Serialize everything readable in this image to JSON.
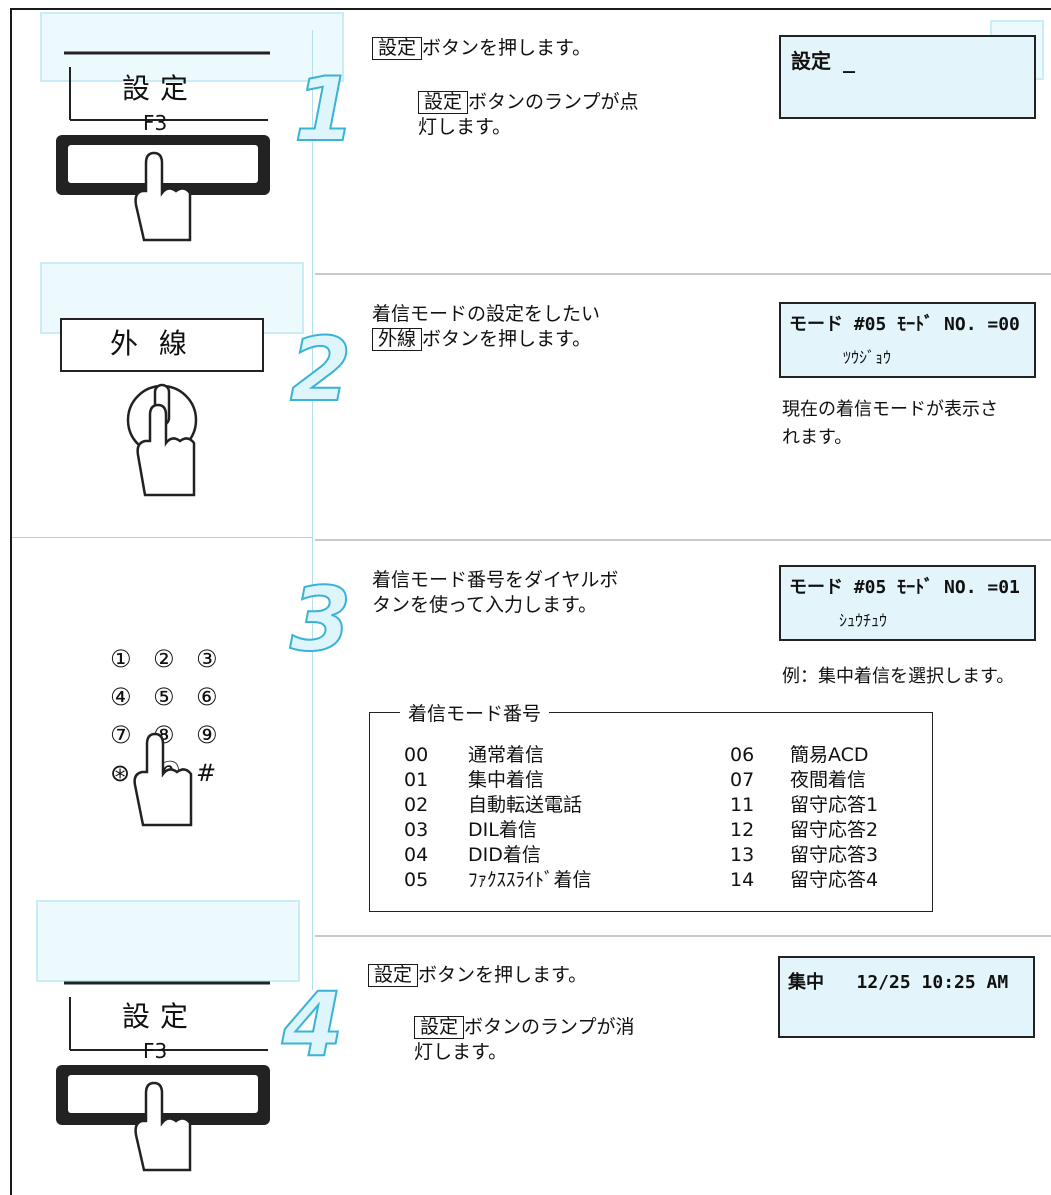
{
  "steps": [
    {
      "number": "1",
      "button_label": "設定",
      "button_sub_label": "F3",
      "instruction_key": "設定",
      "instruction_text": "ボタンを押します。",
      "note_key": "設定",
      "note_line1": "ボタンのランプが点",
      "note_line2": "灯します。",
      "display_line1": "設定 _"
    },
    {
      "number": "2",
      "button_label": "外 線",
      "instruction_line1": "着信モードの設定をしたい",
      "instruction_key": "外線",
      "instruction_text": "ボタンを押します。",
      "display_line1": "モード #05 ﾓｰﾄﾞ NO. =00",
      "display_line2": "ﾂｳｼﾞｮｳ",
      "result_line1": "現在の着信モードが表示さ",
      "result_line2": "れます。"
    },
    {
      "number": "3",
      "instruction_line1": "着信モード番号をダイヤルボ",
      "instruction_line2": "タンを使って入力します。",
      "dial_keys": [
        "①",
        "②",
        "③",
        "④",
        "⑤",
        "⑥",
        "⑦",
        "⑧",
        "⑨",
        "⊛",
        "⓪",
        "#"
      ],
      "display_line1": "モード #05 ﾓｰﾄﾞ NO. =01",
      "display_line2": "ｼｭｳﾁｭｳ",
      "example_text": "例：集中着信を選択します。"
    },
    {
      "number": "4",
      "button_label": "設定",
      "button_sub_label": "F3",
      "instruction_key": "設定",
      "instruction_text": "ボタンを押します。",
      "note_key": "設定",
      "note_line1": "ボタンのランプが消",
      "note_line2": "灯します。",
      "display_line1": "集中   12/25 10:25 AM"
    }
  ],
  "mode_table": {
    "title": "着信モード番号",
    "left": [
      {
        "code": "00",
        "name": "通常着信"
      },
      {
        "code": "01",
        "name": "集中着信"
      },
      {
        "code": "02",
        "name": "自動転送電話"
      },
      {
        "code": "03",
        "name": "DIL着信"
      },
      {
        "code": "04",
        "name": "DID着信"
      },
      {
        "code": "05",
        "name": "ﾌｧｸｽｽﾗｲﾄﾞ着信"
      }
    ],
    "right": [
      {
        "code": "06",
        "name": "簡易ACD"
      },
      {
        "code": "07",
        "name": "夜間着信"
      },
      {
        "code": "11",
        "name": "留守応答1"
      },
      {
        "code": "12",
        "name": "留守応答2"
      },
      {
        "code": "13",
        "name": "留守応答3"
      },
      {
        "code": "14",
        "name": "留守応答4"
      }
    ]
  },
  "colors": {
    "step_number_fill": "#dff5fc",
    "step_number_stroke": "#39b3d6",
    "lcd_background": "#e3f5fb",
    "ghost_tint": "#c9ecf6"
  }
}
